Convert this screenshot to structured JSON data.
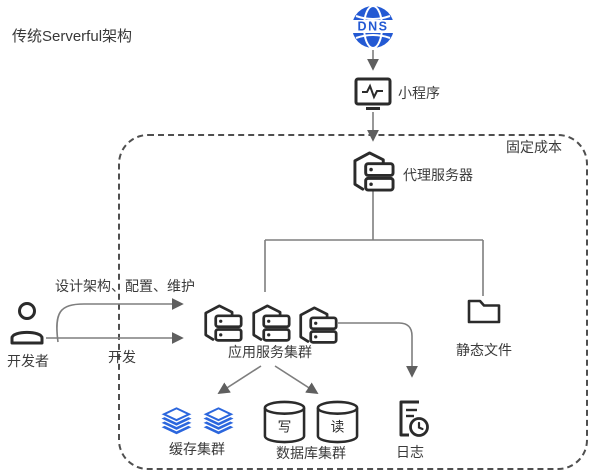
{
  "title": "传统Serverful架构",
  "fixed_cost_box": {
    "label": "固定成本"
  },
  "nodes": {
    "dns": {
      "label": "DNS",
      "icon": "globe-dns-icon"
    },
    "mini_program": {
      "label": "小程序",
      "icon": "monitor-pulse-icon"
    },
    "proxy_server": {
      "label": "代理服务器",
      "icon": "server-house-icon"
    },
    "app_cluster": {
      "label": "应用服务集群",
      "icon": "server-house-icon"
    },
    "static_files": {
      "label": "静态文件",
      "icon": "folder-icon"
    },
    "cache_cluster": {
      "label": "缓存集群",
      "icon": "layer-stack-icon"
    },
    "database_cluster": {
      "label": "数据库集群",
      "write": "写",
      "read": "读",
      "icon": "database-cylinder-icon"
    },
    "logs": {
      "label": "日志",
      "icon": "document-clock-icon"
    },
    "developer": {
      "label": "开发者",
      "icon": "person-icon"
    }
  },
  "edges": {
    "design_config_maintain": "设计架构、配置、维护",
    "develop": "开发"
  },
  "colors": {
    "brand_blue": "#2359d3",
    "cache_blue": "#2b66dd",
    "line_gray": "#7e7e7e",
    "arrow_gray": "#5f5f5f",
    "icon_dark": "#2b2b2b",
    "text_dark": "#3b3b3b"
  }
}
